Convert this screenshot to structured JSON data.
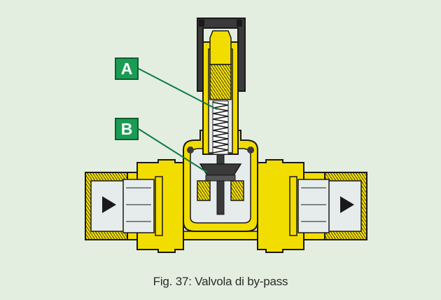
{
  "callouts": [
    {
      "label": "A",
      "part": "spring"
    },
    {
      "label": "B",
      "part": "valve-disc"
    }
  ],
  "caption": "Fig. 37: Valvola di by-pass",
  "colors": {
    "background": "#e3eee0",
    "brass": "#f2dd00",
    "outline": "#1a1a1a",
    "interior": "#e6ecec",
    "knob": "#3a3a3a",
    "callout": "#1b9c54",
    "leader": "#0f7a43"
  },
  "icons": [
    "flow-arrow-left-icon",
    "flow-arrow-right-icon"
  ]
}
